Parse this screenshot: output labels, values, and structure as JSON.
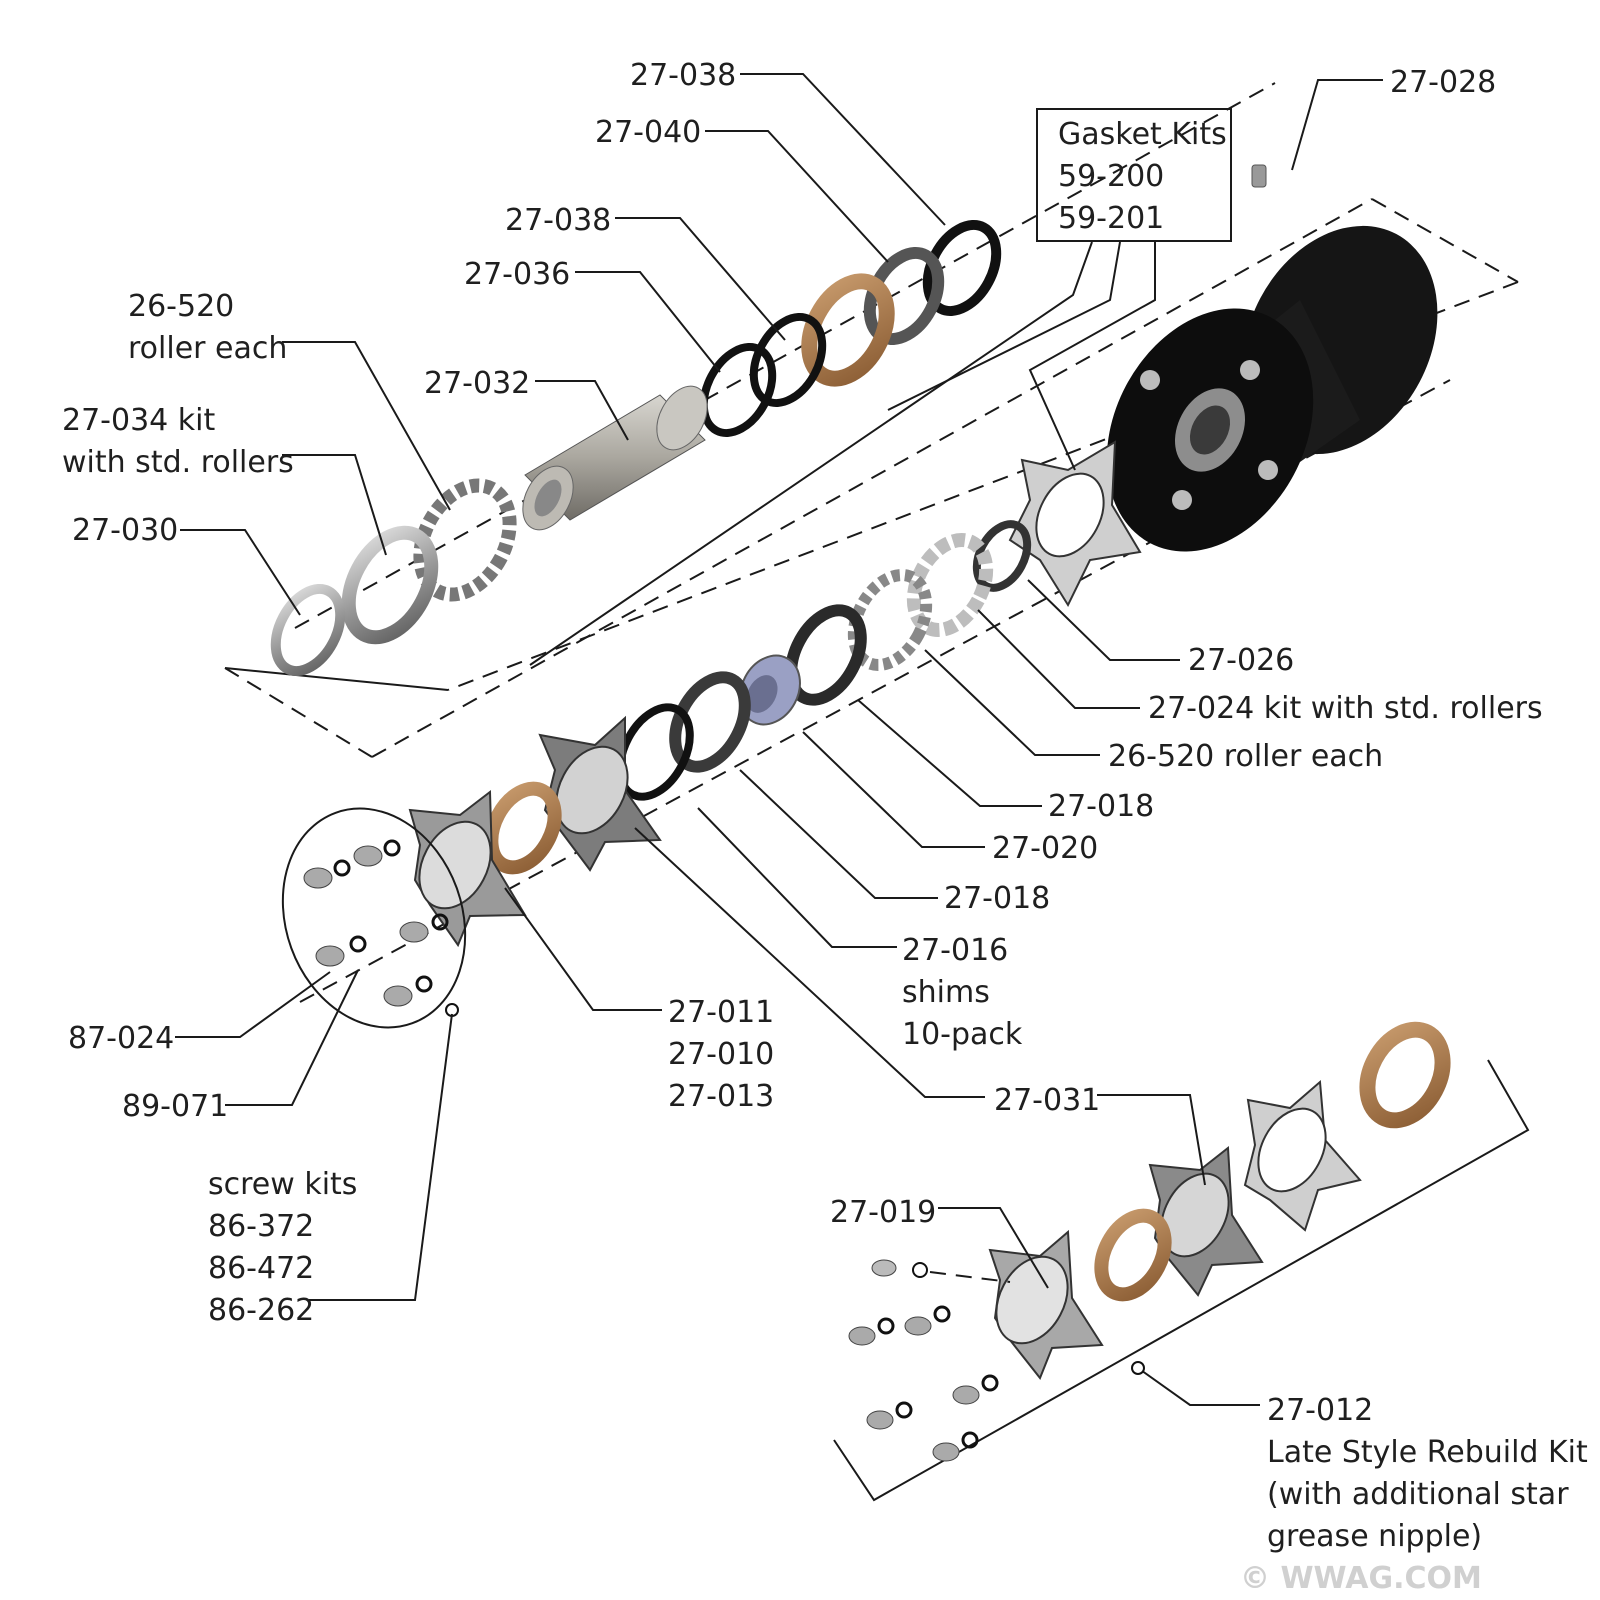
{
  "labels": {
    "p27_038_top": "27-038",
    "p27_040": "27-040",
    "p27_038_mid": "27-038",
    "p27_036": "27-036",
    "p27_032": "27-032",
    "p26_520_a": "26-520",
    "p26_520_a2": "roller each",
    "p27_034_a": "27-034 kit",
    "p27_034_b": "with std. rollers",
    "p27_030": "27-030",
    "p27_028": "27-028",
    "gasket_title": "Gasket Kits",
    "gasket_1": "59-200",
    "gasket_2": "59-201",
    "p27_026": "27-026",
    "p27_024": "27-024 kit with std. rollers",
    "p26_520_b": "26-520 roller each",
    "p27_018_a": "27-018",
    "p27_020": "27-020",
    "p27_018_b": "27-018",
    "p27_016": "27-016",
    "p27_016_b": "shims",
    "p27_016_c": "10-pack",
    "p27_011": "27-011",
    "p27_010": "27-010",
    "p27_013": "27-013",
    "p87_024": "87-024",
    "p89_071": "89-071",
    "screw_title": "screw kits",
    "screw_1": "86-372",
    "screw_2": "86-472",
    "screw_3": "86-262",
    "p27_031": "27-031",
    "p27_019": "27-019",
    "p27_012": "27-012",
    "p27_012_b": "Late Style Rebuild Kit",
    "p27_012_c": "(with additional star",
    "p27_012_d": "grease nipple)"
  },
  "watermark": "© WWAG.COM",
  "colors": {
    "steel": "#a9a9a9",
    "cork": "#a0764a",
    "hub": "#111111",
    "spacer": "#9aa0c4"
  }
}
